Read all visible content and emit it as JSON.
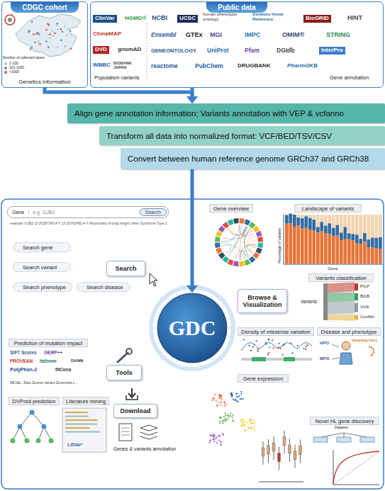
{
  "diagram": {
    "nodes": [
      {
        "text": [
          "CDGC cohort",
          "Genetics information"
        ]
      },
      {
        "text": [
          "Public data"
        ]
      },
      {
        "text": [
          "Align gene annotation information; Variants annotation with VEP & vcfanno"
        ]
      },
      {
        "text": [
          "Transform all data into normalized format: VCF/BED/TSV/CSV"
        ]
      },
      {
        "text": [
          "Convert between human reference genome GRCh37 and GRCh38"
        ]
      },
      {
        "text": [
          "GDC"
        ]
      },
      {
        "text": [
          "Gene",
          "e.g. GJB2",
          "Search"
        ]
      },
      {
        "text": [
          "Search gene"
        ]
      },
      {
        "text": [
          "Search variant"
        ]
      },
      {
        "text": [
          "Search phenotype"
        ]
      },
      {
        "text": [
          "Search disease"
        ]
      },
      {
        "text": [
          "Search"
        ]
      },
      {
        "text": [
          "Gene overview"
        ]
      },
      {
        "text": [
          "Landscape of variants"
        ]
      },
      {
        "text": [
          "Browse & Visualization"
        ]
      },
      {
        "text": [
          "Variants classification"
        ]
      },
      {
        "text": [
          "Density of missense variation"
        ]
      },
      {
        "text": [
          "Disease and phenotype"
        ]
      },
      {
        "text": [
          "Prediction of mutation impact"
        ]
      },
      {
        "text": [
          "Tools"
        ]
      },
      {
        "text": [
          "DVPred prediction"
        ]
      },
      {
        "text": [
          "Literature mining"
        ]
      },
      {
        "text": [
          "Download"
        ]
      },
      {
        "text": [
          "Gene expression"
        ]
      },
      {
        "text": [
          "Novel HL gene discovery"
        ]
      }
    ],
    "edges": [
      {
        "from": 0,
        "to": 2,
        "arrow": "to"
      },
      {
        "from": 1,
        "to": 2,
        "arrow": "to"
      },
      {
        "from": 4,
        "to": 5,
        "arrow": "to"
      }
    ],
    "labels": [
      "Number of collected cases",
      "ClinVar",
      "HGMD®",
      "ChinaMAP",
      "gnomAD",
      "DVD",
      "WBBC",
      "BIOBANK JAPAN",
      "Population variants",
      "NCBI",
      "UCSC",
      "human phenotype ontology",
      "Genetics Home Reference",
      "BioGRID",
      "HINT",
      "Ensembl",
      "GTEx",
      "MGI",
      "IMPC",
      "OMIM®",
      "STRING",
      "GENEONTOLOGY",
      "UniProt",
      "Pfam",
      "DGIdb",
      "InterPro",
      "reactome",
      "PubChem",
      "DRUGBANK",
      "PharmGKB",
      "Gene annotation",
      "example: GJB2 13-20187343-A-T 13-20761482-A-T Abnormality of body height Usher Syndrome Type 1",
      "Percentage of variants",
      "Gene",
      "Variants",
      "P/LP",
      "B/LB",
      "VUS",
      "Conflict",
      "HPO",
      "MPO",
      "Hearing loss",
      "SIFT Scores",
      "GERP++",
      "PROVEAN",
      "fathmm",
      "PolyPhen-2",
      "fitCons",
      "DANN",
      "REVEL: Rare Exome Variant Ensemble L...",
      "LitVar²",
      "Dataset",
      "Genes & variants annotation"
    ],
    "legend": [
      {
        "text": "1-100",
        "color": "#9ec9e8"
      },
      {
        "text": "101-1000",
        "color": "#4a90c8"
      },
      {
        "text": ">1000",
        "color": "#e0533d"
      }
    ]
  }
}
